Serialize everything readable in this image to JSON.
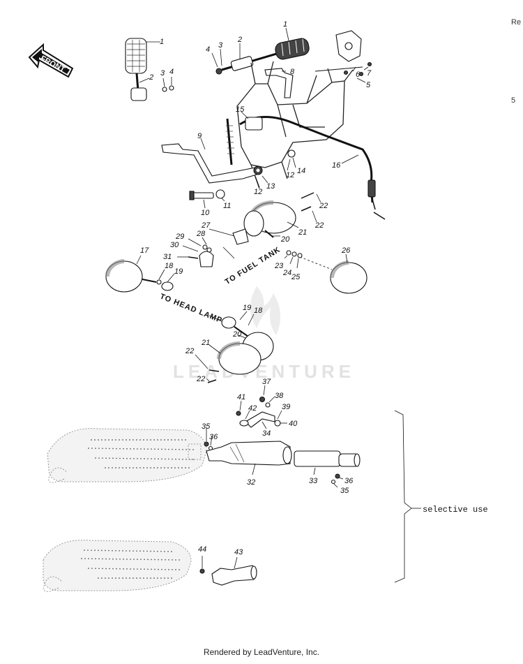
{
  "diagram": {
    "front_arrow_label": "FRONT",
    "notes": {
      "to_fuel_tank": "TO FUEL TANK",
      "to_head_lamp": "TO HEAD LAMP",
      "selective_use": "selective use"
    },
    "watermark": "LEADVENTURE",
    "footer": "Rendered by LeadVenture, Inc.",
    "edge_text": {
      "top": "Re",
      "middle": "5"
    },
    "callouts": {
      "c1a": "1",
      "c2a": "2",
      "c3a": "3",
      "c4a": "4",
      "c4b": "4",
      "c3b": "3",
      "c2b": "2",
      "c1b": "1",
      "c6": "6",
      "c7": "7",
      "c5": "5",
      "c8": "8",
      "c15": "15",
      "c9": "9",
      "c16": "16",
      "c12a": "12",
      "c14": "14",
      "c12b": "12",
      "c13": "13",
      "c10": "10",
      "c11": "11",
      "c22a": "22",
      "c22b": "22",
      "c21a": "21",
      "c20a": "20",
      "c27": "27",
      "c28": "28",
      "c29": "29",
      "c30": "30",
      "c31": "31",
      "c26": "26",
      "c23": "23",
      "c24": "24",
      "c25": "25",
      "c17": "17",
      "c18a": "18",
      "c19a": "19",
      "c19b": "19",
      "c18b": "18",
      "c20b": "20",
      "c21b": "21",
      "c22c": "22",
      "c22d": "22",
      "c37": "37",
      "c38": "38",
      "c41": "41",
      "c42": "42",
      "c39": "39",
      "c40": "40",
      "c34": "34",
      "c35a": "35",
      "c36a": "36",
      "c32": "32",
      "c33": "33",
      "c36b": "36",
      "c35b": "35",
      "c44": "44",
      "c43": "43"
    }
  }
}
